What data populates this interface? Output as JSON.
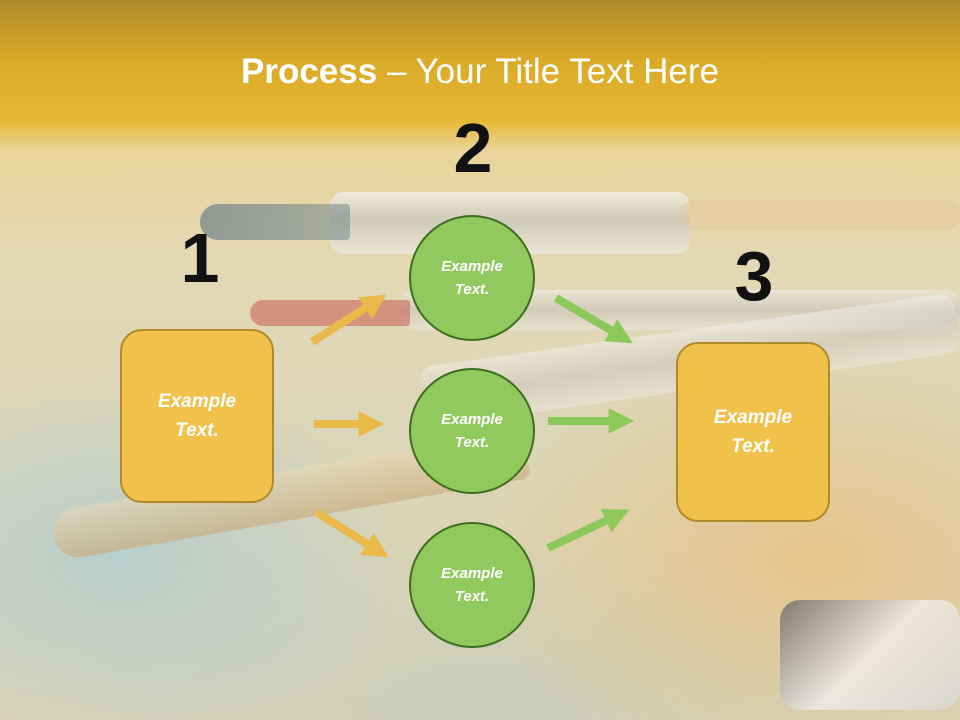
{
  "title": {
    "bold": "Process",
    "rest": " – Your Title Text Here"
  },
  "numbers": [
    "1",
    "2",
    "3"
  ],
  "nodes": {
    "left_box": {
      "line1": "Example",
      "line2": "Text."
    },
    "circle_top": {
      "line1": "Example",
      "line2": "Text."
    },
    "circle_middle": {
      "line1": "Example",
      "line2": "Text."
    },
    "circle_bottom": {
      "line1": "Example",
      "line2": "Text."
    },
    "right_box": {
      "line1": "Example",
      "line2": "Text."
    }
  },
  "colors": {
    "title_bar": "#e0af2a",
    "box_fill": "#f0c24b",
    "circle_fill": "#92c95f",
    "arrow_yellow": "#e9b949",
    "arrow_green": "#8cc85a"
  }
}
